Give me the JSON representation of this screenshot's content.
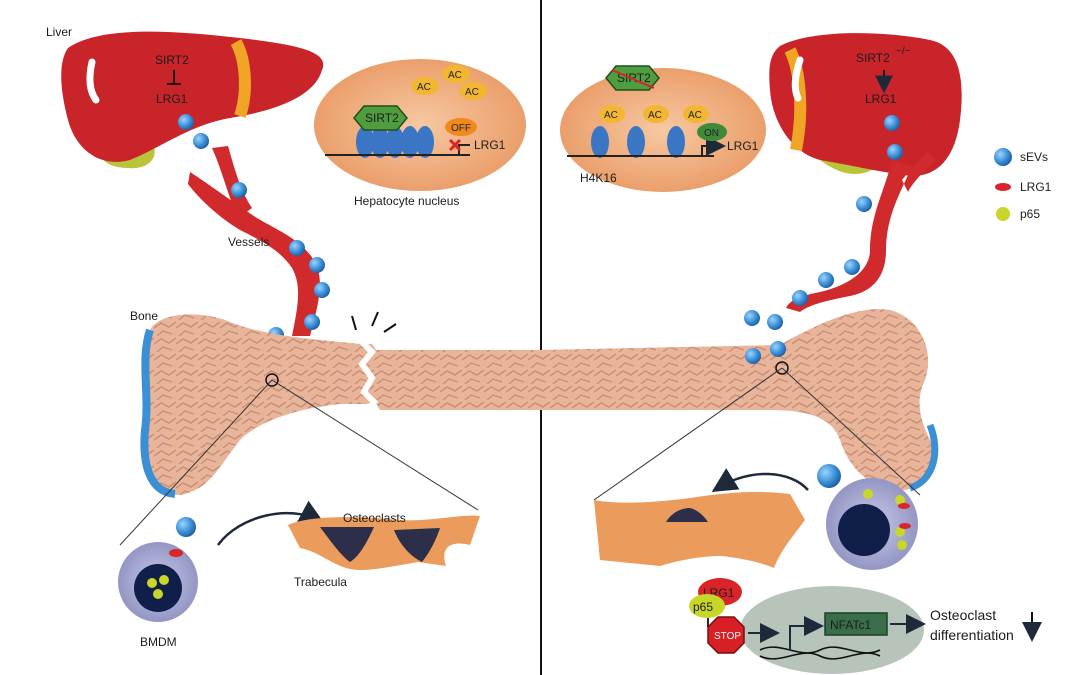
{
  "left": {
    "liver_label": "Liver",
    "liver_sirt2": "SIRT2",
    "liver_lrg1": "LRG1",
    "vessels_label": "Vessels",
    "bone_label": "Bone",
    "nucleus": {
      "ac": [
        "AC",
        "AC",
        "AC"
      ],
      "sirt2": "SIRT2",
      "off": "OFF",
      "lrg1": "LRG1",
      "caption": "Hepatocyte nucleus"
    },
    "osteoclasts_label": "Osteoclasts",
    "trabecula_label": "Trabecula",
    "bmdm_label": "BMDM"
  },
  "right": {
    "liver_sirt2_ko": "SIRT2",
    "liver_sirt2_ko_sup": "−/−",
    "liver_lrg1": "LRG1",
    "nucleus": {
      "sirt2": "SIRT2",
      "ac": [
        "AC",
        "AC",
        "AC"
      ],
      "on": "ON",
      "lrg1": "LRG1",
      "h4k16": "H4K16"
    },
    "lrg1_tag": "LRG1",
    "p65_tag": "p65",
    "stop": "STOP",
    "nfatc1": "NFATc1",
    "outcome_line1": "Osteoclast",
    "outcome_line2": "differentiation"
  },
  "legend": [
    {
      "label": "sEVs",
      "color": "#3a8fd6",
      "icon": "sev-icon"
    },
    {
      "label": "LRG1",
      "color": "#d9252a",
      "icon": "lrg1-icon"
    },
    {
      "label": "p65",
      "color": "#c8d62a",
      "icon": "p65-icon"
    }
  ],
  "colors": {
    "liver": "#c9242a",
    "bone": "#e3a98b",
    "sev": "#3a8fd6",
    "nucleus": "#f1b183",
    "trabecula": "#eb9b5c"
  }
}
